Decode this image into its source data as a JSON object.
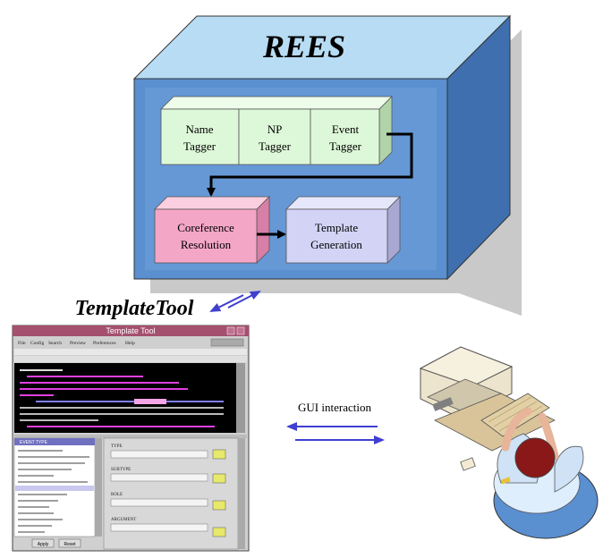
{
  "system": {
    "title": "REES"
  },
  "modules": {
    "name_tagger": [
      "Name",
      "Tagger"
    ],
    "np_tagger": [
      "NP",
      "Tagger"
    ],
    "event_tagger": [
      "Event",
      "Tagger"
    ],
    "coreference": [
      "Coreference",
      "Resolution"
    ],
    "template_gen": [
      "Template",
      "Generation"
    ]
  },
  "tool": {
    "label": "TemplateTool",
    "window_title": "Template Tool",
    "menu": [
      "File",
      "Config",
      "Search",
      "Preview",
      "Preferences",
      "Help"
    ],
    "list_header": "EVENT TYPE",
    "fields": [
      "TYPE",
      "SUBTYPE",
      "ROLE",
      "ARGUMENT"
    ],
    "buttons": [
      "Apply",
      "Reset"
    ]
  },
  "interaction": {
    "label": "GUI interaction"
  },
  "colors": {
    "outer_front": "#5a8fd0",
    "outer_top": "#b7dcf3",
    "outer_side": "#3f6fae",
    "inner_face": "#cfe7fb",
    "tagger_front": "#ddf8d8",
    "tagger_top": "#eefcea",
    "tagger_side": "#b1d3aa",
    "coref_front": "#f4a6c6",
    "coref_top": "#fbcfe0",
    "coref_side": "#d77fa6",
    "template_front": "#d3d3f6",
    "template_top": "#e7e7fb",
    "template_side": "#a8a8d2",
    "arrow_black": "#000000",
    "arrow_blue": "#3f3fd0",
    "window_frame": "#a4506e"
  }
}
